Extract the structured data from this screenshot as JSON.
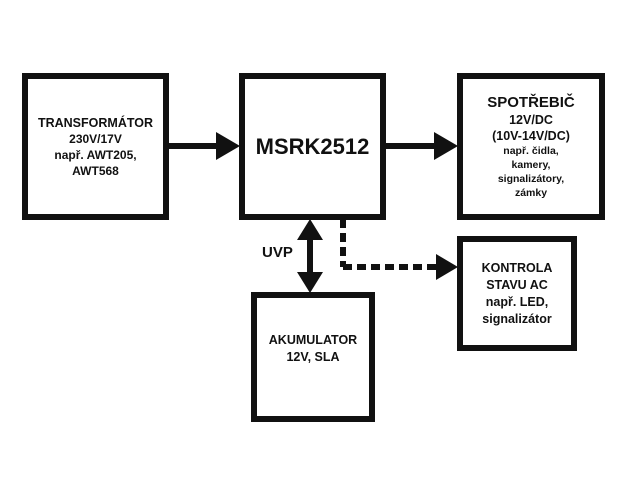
{
  "diagram": {
    "nodes": [
      {
        "id": "transformer",
        "lines": [
          "TRANSFORMÁTOR",
          "230V/17V",
          "např. AWT205,",
          "AWT568"
        ]
      },
      {
        "id": "msrk",
        "lines": [
          "MSRK2512"
        ]
      },
      {
        "id": "spotrebic",
        "lines": [
          "SPOTŘEBIČ",
          "12V/DC",
          "(10V-14V/DC)",
          "např. čidla,",
          "kamery,",
          "signalizátory,",
          "zámky"
        ]
      },
      {
        "id": "kontrola",
        "lines": [
          "KONTROLA",
          "STAVU AC",
          "např. LED,",
          "signalizátor"
        ]
      },
      {
        "id": "akumulator",
        "lines": [
          "AKUMULATOR",
          "12V, SLA"
        ]
      }
    ],
    "edges": [
      {
        "from": "transformer",
        "to": "msrk",
        "style": "solid",
        "direction": "forward"
      },
      {
        "from": "msrk",
        "to": "spotrebic",
        "style": "solid",
        "direction": "forward"
      },
      {
        "from": "msrk",
        "to": "akumulator",
        "style": "solid",
        "direction": "both",
        "label": "UVP"
      },
      {
        "from": "msrk",
        "to": "kontrola",
        "style": "dashed",
        "direction": "forward"
      }
    ],
    "colors": {
      "stroke": "#111111",
      "background": "#ffffff"
    }
  }
}
